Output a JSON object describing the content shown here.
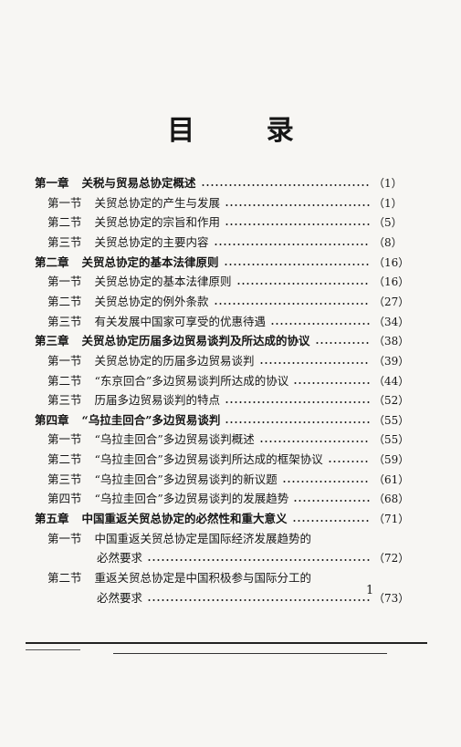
{
  "title": "目  录",
  "entries": [
    {
      "type": "chapter",
      "num": "第一章",
      "text": "关税与贸易总协定概述",
      "page": "（1）"
    },
    {
      "type": "section",
      "num": "第一节",
      "text": "关贸总协定的产生与发展",
      "page": "（1）"
    },
    {
      "type": "section",
      "num": "第二节",
      "text": "关贸总协定的宗旨和作用",
      "page": "（5）"
    },
    {
      "type": "section",
      "num": "第三节",
      "text": "关贸总协定的主要内容",
      "page": "（8）"
    },
    {
      "type": "chapter",
      "num": "第二章",
      "text": "关贸总协定的基本法律原则",
      "page": "（16）"
    },
    {
      "type": "section",
      "num": "第一节",
      "text": "关贸总协定的基本法律原则",
      "page": "（16）"
    },
    {
      "type": "section",
      "num": "第二节",
      "text": "关贸总协定的例外条款",
      "page": "（27）"
    },
    {
      "type": "section",
      "num": "第三节",
      "text": "有关发展中国家可享受的优惠待遇",
      "page": "（34）"
    },
    {
      "type": "chapter",
      "num": "第三章",
      "text": "关贸总协定历届多边贸易谈判及所达成的协议",
      "page": "（38）"
    },
    {
      "type": "section",
      "num": "第一节",
      "text": "关贸总协定的历届多边贸易谈判",
      "page": "（39）"
    },
    {
      "type": "section",
      "num": "第二节",
      "text": "“东京回合”多边贸易谈判所达成的协议",
      "page": "（44）"
    },
    {
      "type": "section",
      "num": "第三节",
      "text": "历届多边贸易谈判的特点",
      "page": "（52）"
    },
    {
      "type": "chapter",
      "num": "第四章",
      "text": "“乌拉圭回合”多边贸易谈判",
      "page": "（55）"
    },
    {
      "type": "section",
      "num": "第一节",
      "text": "“乌拉圭回合”多边贸易谈判概述",
      "page": "（55）"
    },
    {
      "type": "section",
      "num": "第二节",
      "text": "“乌拉圭回合”多边贸易谈判所达成的框架协议",
      "page": "（59）"
    },
    {
      "type": "section",
      "num": "第三节",
      "text": "“乌拉圭回合”多边贸易谈判的新议题",
      "page": "（61）"
    },
    {
      "type": "section",
      "num": "第四节",
      "text": "“乌拉圭回合”多边贸易谈判的发展趋势",
      "page": "（68）"
    },
    {
      "type": "chapter",
      "num": "第五章",
      "text": "中国重返关贸总协定的必然性和重大意义",
      "page": "（71）"
    },
    {
      "type": "section",
      "num": "第一节",
      "text": "中国重返关贸总协定是国际经济发展趋势的",
      "page": ""
    },
    {
      "type": "cont",
      "num": "",
      "text": "必然要求",
      "page": "（72）"
    },
    {
      "type": "section",
      "num": "第二节",
      "text": "重返关贸总协定是中国积极参与国际分工的",
      "page": ""
    },
    {
      "type": "cont",
      "num": "",
      "text": "必然要求",
      "page": "（73）"
    }
  ],
  "page_number": "1"
}
